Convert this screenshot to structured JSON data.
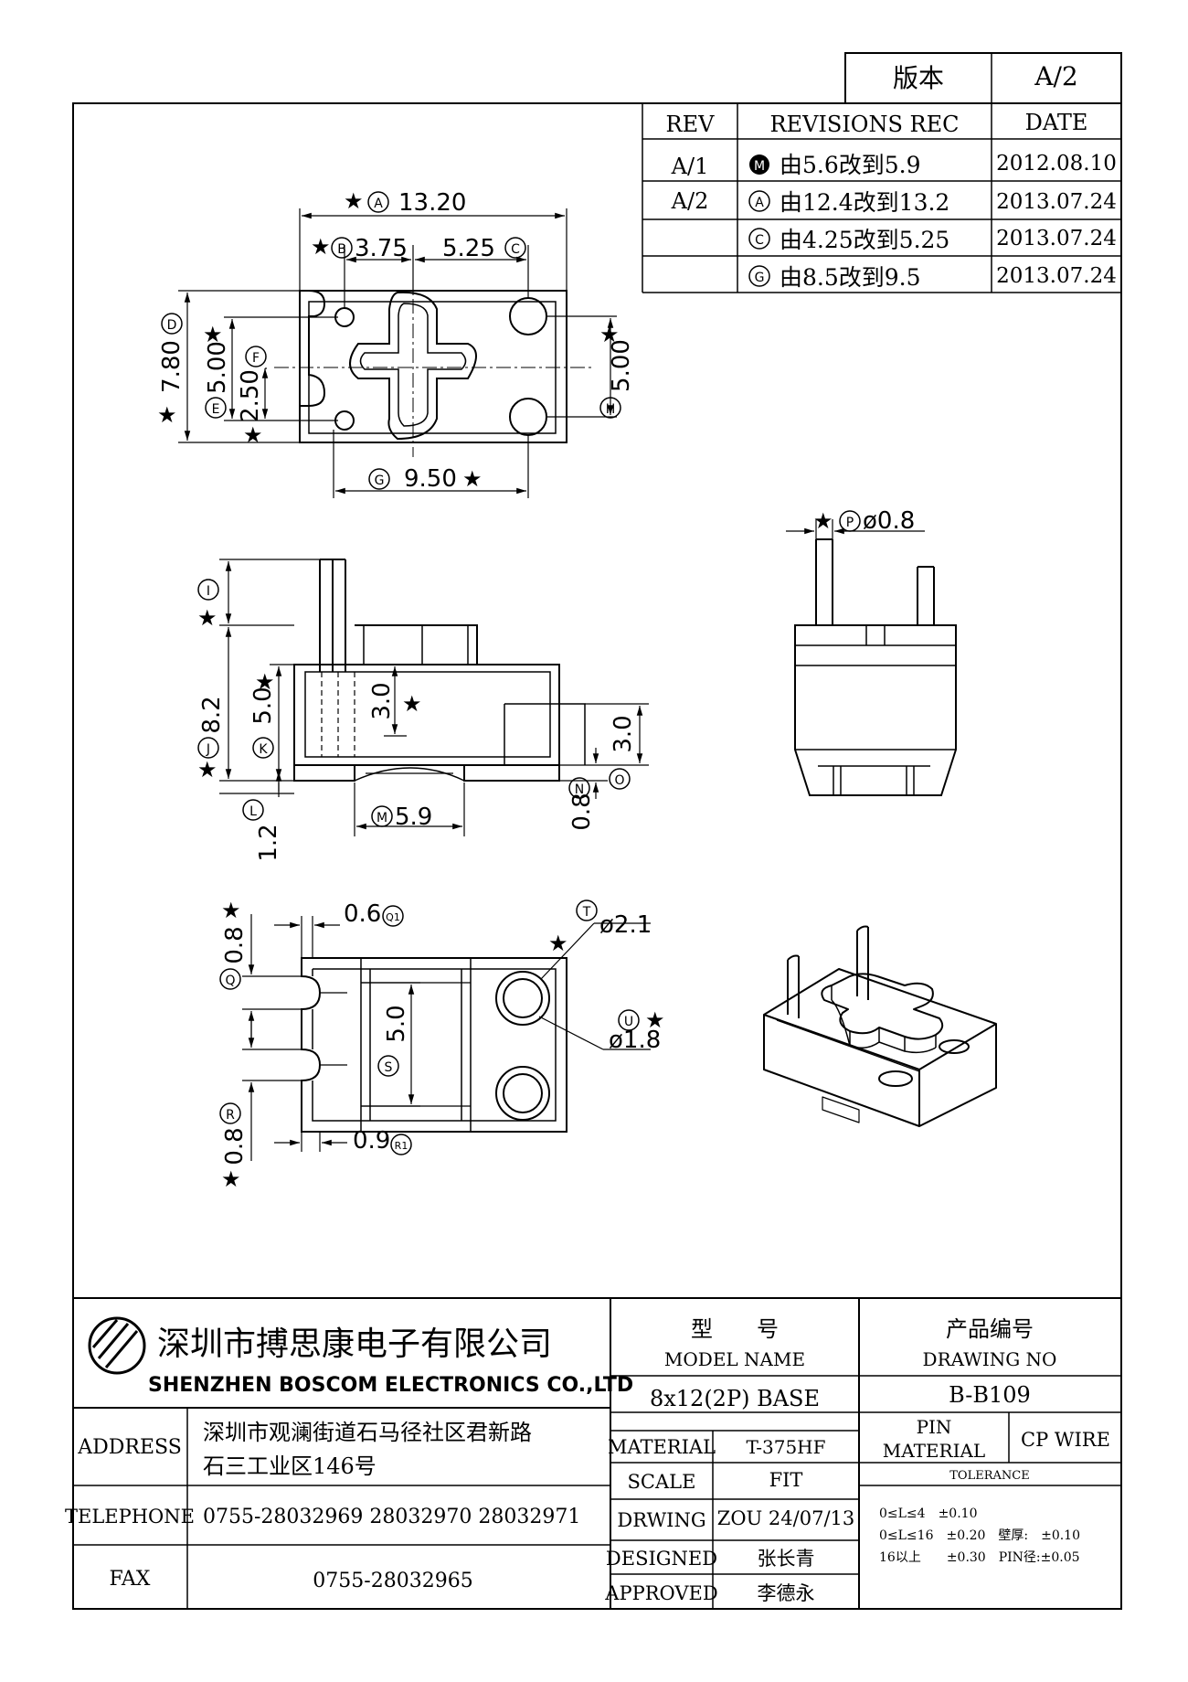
{
  "version_box": {
    "label": "版本",
    "value": "A/2"
  },
  "revision_table": {
    "headers": {
      "rev": "REV",
      "rec": "REVISIONS REC",
      "date": "DATE"
    },
    "rows": [
      {
        "rev": "A/1",
        "marker": "M",
        "text": "由5.6改到5.9",
        "date": "2012.08.10"
      },
      {
        "rev": "A/2",
        "marker": "A",
        "text": "由12.4改到13.2",
        "date": "2013.07.24"
      },
      {
        "rev": "",
        "marker": "C",
        "text": "由4.25改到5.25",
        "date": "2013.07.24"
      },
      {
        "rev": "",
        "marker": "G",
        "text": "由8.5改到9.5",
        "date": "2013.07.24"
      }
    ]
  },
  "star": "★",
  "dimensions": {
    "A": {
      "marker": "A",
      "value": "13.20"
    },
    "B": {
      "marker": "B",
      "value": "3.75"
    },
    "C": {
      "marker": "C",
      "value": "5.25"
    },
    "D": {
      "marker": "D",
      "value": "7.80"
    },
    "E": {
      "marker": "E",
      "value": "5.00"
    },
    "F": {
      "marker": "F",
      "value": "2.50"
    },
    "G": {
      "marker": "G",
      "value": "9.50"
    },
    "H": {
      "marker": "H",
      "value": "5.00"
    },
    "I": {
      "marker": "I"
    },
    "J": {
      "marker": "J",
      "value": "8.2"
    },
    "K": {
      "marker": "K",
      "value": "5.0"
    },
    "K2": {
      "value": "3.0"
    },
    "L": {
      "marker": "L",
      "value": "1.2"
    },
    "M": {
      "marker": "M",
      "value": "5.9"
    },
    "N": {
      "marker": "N",
      "value": "0.8"
    },
    "O": {
      "marker": "O",
      "value": "3.0"
    },
    "P": {
      "marker": "P",
      "value": "ø0.8"
    },
    "Q": {
      "marker": "Q",
      "value": "0.8"
    },
    "Q1": {
      "marker": "Q1",
      "value": "0.6"
    },
    "R": {
      "marker": "R",
      "value": "0.8"
    },
    "R1": {
      "marker": "R1",
      "value": "0.9"
    },
    "S": {
      "marker": "S",
      "value": "5.0"
    },
    "T": {
      "marker": "T",
      "value": "ø2.1"
    },
    "U": {
      "marker": "U",
      "value": "ø1.8"
    }
  },
  "title_block": {
    "company_cn": "深圳市搏思康电子有限公司",
    "company_en": "SHENZHEN BOSCOM ELECTRONICS CO.,LTD",
    "address_label": "ADDRESS",
    "address_line1": "深圳市观澜街道石马径社区君新路",
    "address_line2": "石三工业区146号",
    "telephone_label": "TELEPHONE",
    "telephone": "0755-28032969 28032970 28032971",
    "fax_label": "FAX",
    "fax": "0755-28032965",
    "model_cn": "型　　号",
    "model_en": "MODEL NAME",
    "model_value": "8x12(2P) BASE",
    "drawing_cn": "产品编号",
    "drawing_en": "DRAWING NO",
    "drawing_value": "B-B109",
    "material_label": "MATERIAL",
    "material_value": "T-375HF",
    "pin_material_label_1": "PIN",
    "pin_material_label_2": "MATERIAL",
    "pin_material_value": "CP WIRE",
    "scale_label": "SCALE",
    "scale_value": "FIT",
    "tolerance_label": "TOLERANCE",
    "drwing_label": "DRWING",
    "drwing_value": "ZOU 24/07/13",
    "designed_label": "DESIGNED",
    "designed_value": "张长青",
    "approved_label": "APPROVED",
    "approved_value": "李德永",
    "tolerance_line1": "0≤L≤4　±0.10",
    "tolerance_line2": "0≤L≤16　±0.20　壁厚:　±0.10",
    "tolerance_line3": "16以上　　±0.30　PIN径:±0.05"
  }
}
